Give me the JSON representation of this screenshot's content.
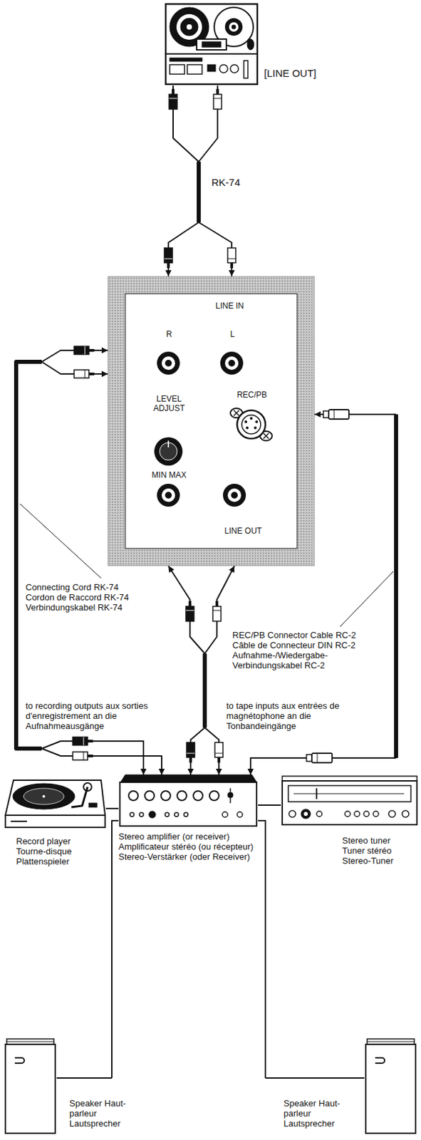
{
  "diagram": {
    "nodes": [
      {
        "text": [
          "[LINE OUT]"
        ]
      },
      {
        "text": [
          "LINE IN",
          "R",
          "L",
          "REC/PB",
          "LEVEL ADJUST",
          "MIN MAX",
          "LINE OUT"
        ]
      },
      {
        "text": [
          "Record player Tourne-disque Plattenspieler"
        ]
      },
      {
        "text": [
          "Stereo amplifier (or receiver) Amplificateur stéréo (ou récepteur) Stereo-Verstärker (oder Receiver)"
        ]
      },
      {
        "text": [
          "Stereo tuner Tuner stéréo Stereo-Tuner"
        ]
      },
      {
        "text": [
          "Speaker Haut-parleur Lautsprecher"
        ]
      },
      {
        "text": [
          "Speaker Haut-parleur Lautsprecher"
        ]
      }
    ],
    "edges": [
      {
        "from": 0,
        "to": 1,
        "arrow": "to",
        "label": "RK-74"
      },
      {
        "from": 1,
        "to": 3,
        "arrow": "both"
      },
      {
        "from": 3,
        "to": 1,
        "arrow": "both"
      },
      {
        "from": 1,
        "to": 3,
        "arrow": "both"
      },
      {
        "from": 2,
        "to": 3,
        "arrow": "none"
      },
      {
        "from": 3,
        "to": 4,
        "arrow": "none"
      },
      {
        "from": 3,
        "to": 5,
        "arrow": "none"
      },
      {
        "from": 3,
        "to": 6,
        "arrow": "none"
      }
    ],
    "labels": [
      "Connecting Cord RK-74 Cordon de Raccord RK-74 Verbindungskabel RK-74",
      "REC/PB Connector Cable RC-2 Câble de Connecteur DIN RC-2 Aufnahme-/Wiedergabe- Verbindungskabel RC-2",
      "to recording outputs aux sorties d'enregistrement an die Aufnahmeausgänge",
      "to tape inputs aux entrées de magnétophone an die Tonbandeingänge"
    ]
  }
}
